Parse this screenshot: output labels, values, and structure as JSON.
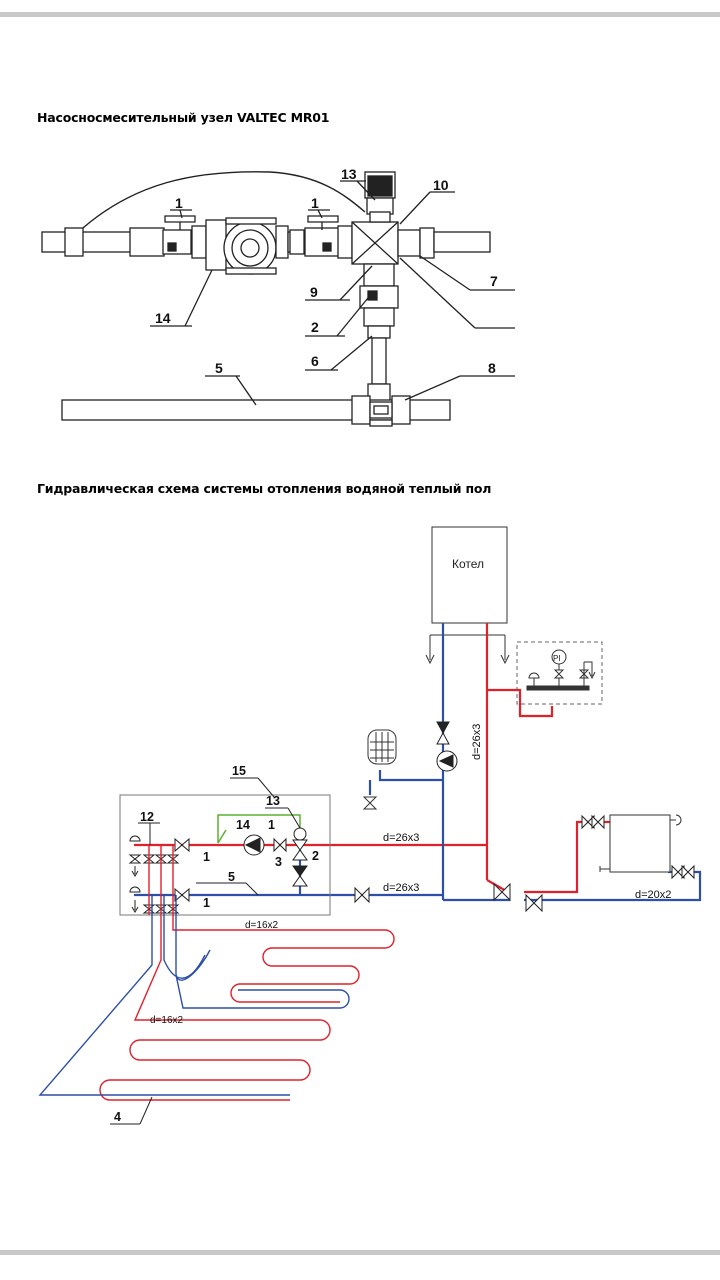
{
  "section1": {
    "title": "Насосносмесительный узел VALTEC MR01",
    "callouts": [
      "13",
      "10",
      "1",
      "1",
      "7",
      "14",
      "9",
      "2",
      "6",
      "5",
      "8"
    ]
  },
  "section2": {
    "title": "Гидравлическая схема системы отопления водяной теплый пол",
    "boiler_label": "Котел",
    "pipe_labels": [
      "d=26x3",
      "d=26x3",
      "d=26x3",
      "d=20x2",
      "d=16x2",
      "d=16x2"
    ],
    "callouts": [
      "15",
      "13",
      "14",
      "1",
      "12",
      "3",
      "2",
      "1",
      "5",
      "1",
      "4"
    ],
    "gauge_label": "PI"
  },
  "colors": {
    "supply": "#e0202a",
    "return": "#2d4fa8",
    "control": "#5ab030",
    "drawing": "#222222",
    "frame": "#888888"
  }
}
